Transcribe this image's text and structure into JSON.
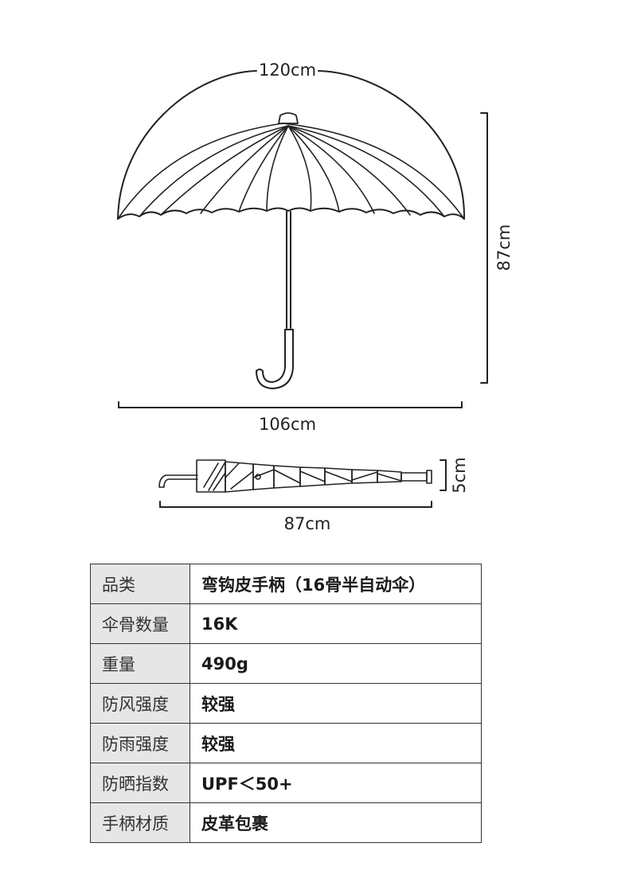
{
  "dimensions": {
    "canopy_arc": "120cm",
    "open_height": "87cm",
    "open_width": "106cm",
    "folded_length": "87cm",
    "folded_diameter": "5cm"
  },
  "specs": [
    {
      "key": "品类",
      "value": "弯钩皮手柄（16骨半自动伞）"
    },
    {
      "key": "伞骨数量",
      "value": "16K"
    },
    {
      "key": "重量",
      "value": "490g"
    },
    {
      "key": "防风强度",
      "value": "较强"
    },
    {
      "key": "防雨强度",
      "value": "较强"
    },
    {
      "key": "防晒指数",
      "value": "UPF＜50+"
    },
    {
      "key": "手柄材质",
      "value": "皮革包裹"
    }
  ]
}
